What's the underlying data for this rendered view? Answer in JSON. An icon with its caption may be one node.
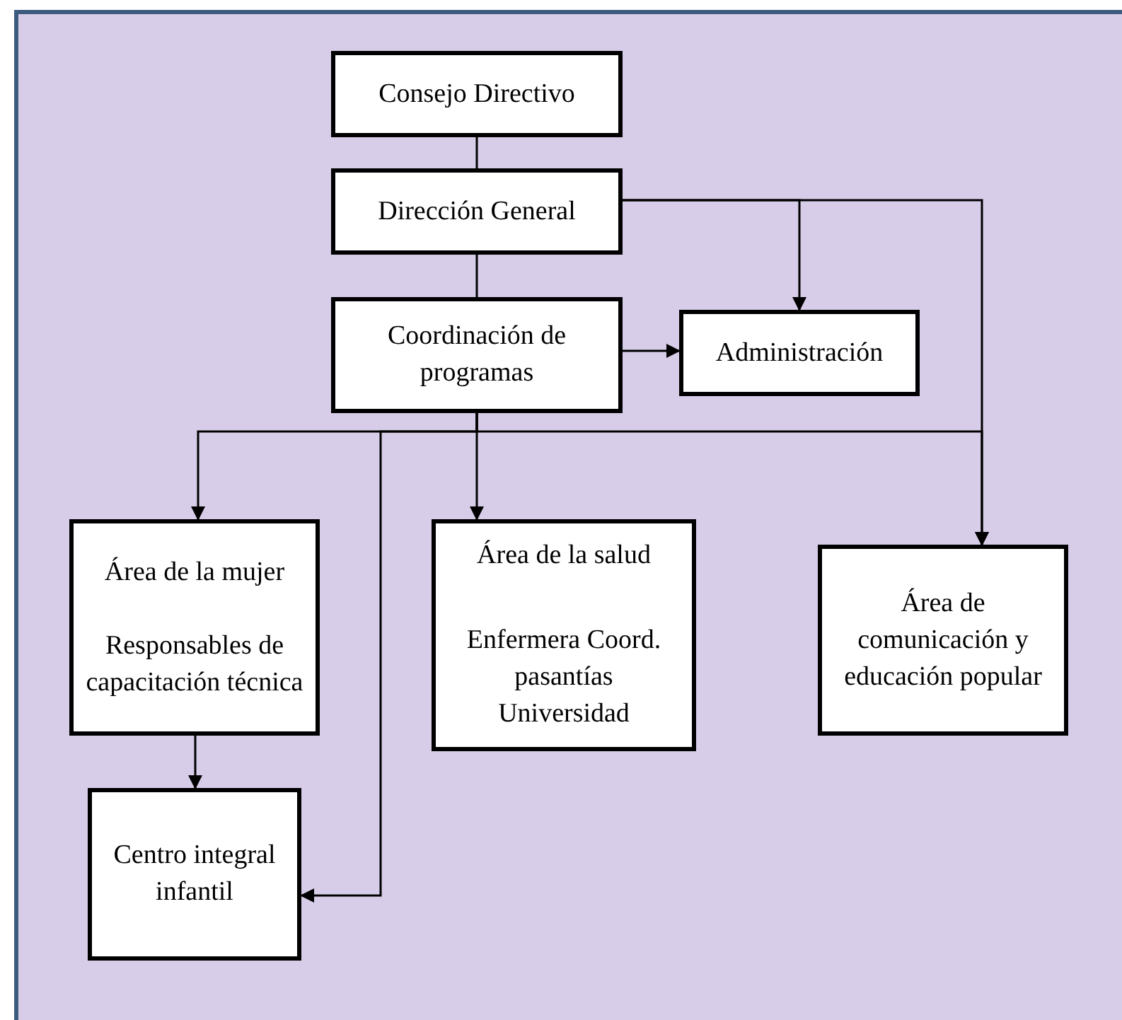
{
  "diagram": {
    "nodes": [
      {
        "text": [
          "Consejo Directivo"
        ]
      },
      {
        "text": [
          "Dirección General"
        ]
      },
      {
        "text": [
          "Coordinación de programas"
        ]
      },
      {
        "text": [
          "Administración"
        ]
      },
      {
        "text": [
          "Área de la mujer",
          "Responsables de capacitación técnica"
        ]
      },
      {
        "text": [
          "Área de la salud",
          "Enfermera Coord. pasantías Universidad"
        ]
      },
      {
        "text": [
          "Área de comunicación y educación popular"
        ]
      },
      {
        "text": [
          "Centro integral infantil"
        ]
      }
    ],
    "edges": [
      {
        "from": 0,
        "to": 1,
        "arrow": "none"
      },
      {
        "from": 1,
        "to": 2,
        "arrow": "none"
      },
      {
        "from": 1,
        "to": 3,
        "arrow": "to"
      },
      {
        "from": 2,
        "to": 3,
        "arrow": "to"
      },
      {
        "from": 1,
        "to": 6,
        "arrow": "to"
      },
      {
        "from": 2,
        "to": 4,
        "arrow": "to"
      },
      {
        "from": 2,
        "to": 5,
        "arrow": "to"
      },
      {
        "from": 2,
        "to": 7,
        "arrow": "to"
      },
      {
        "from": 2,
        "to": 6,
        "arrow": "to"
      },
      {
        "from": 4,
        "to": 7,
        "arrow": "to"
      }
    ]
  }
}
